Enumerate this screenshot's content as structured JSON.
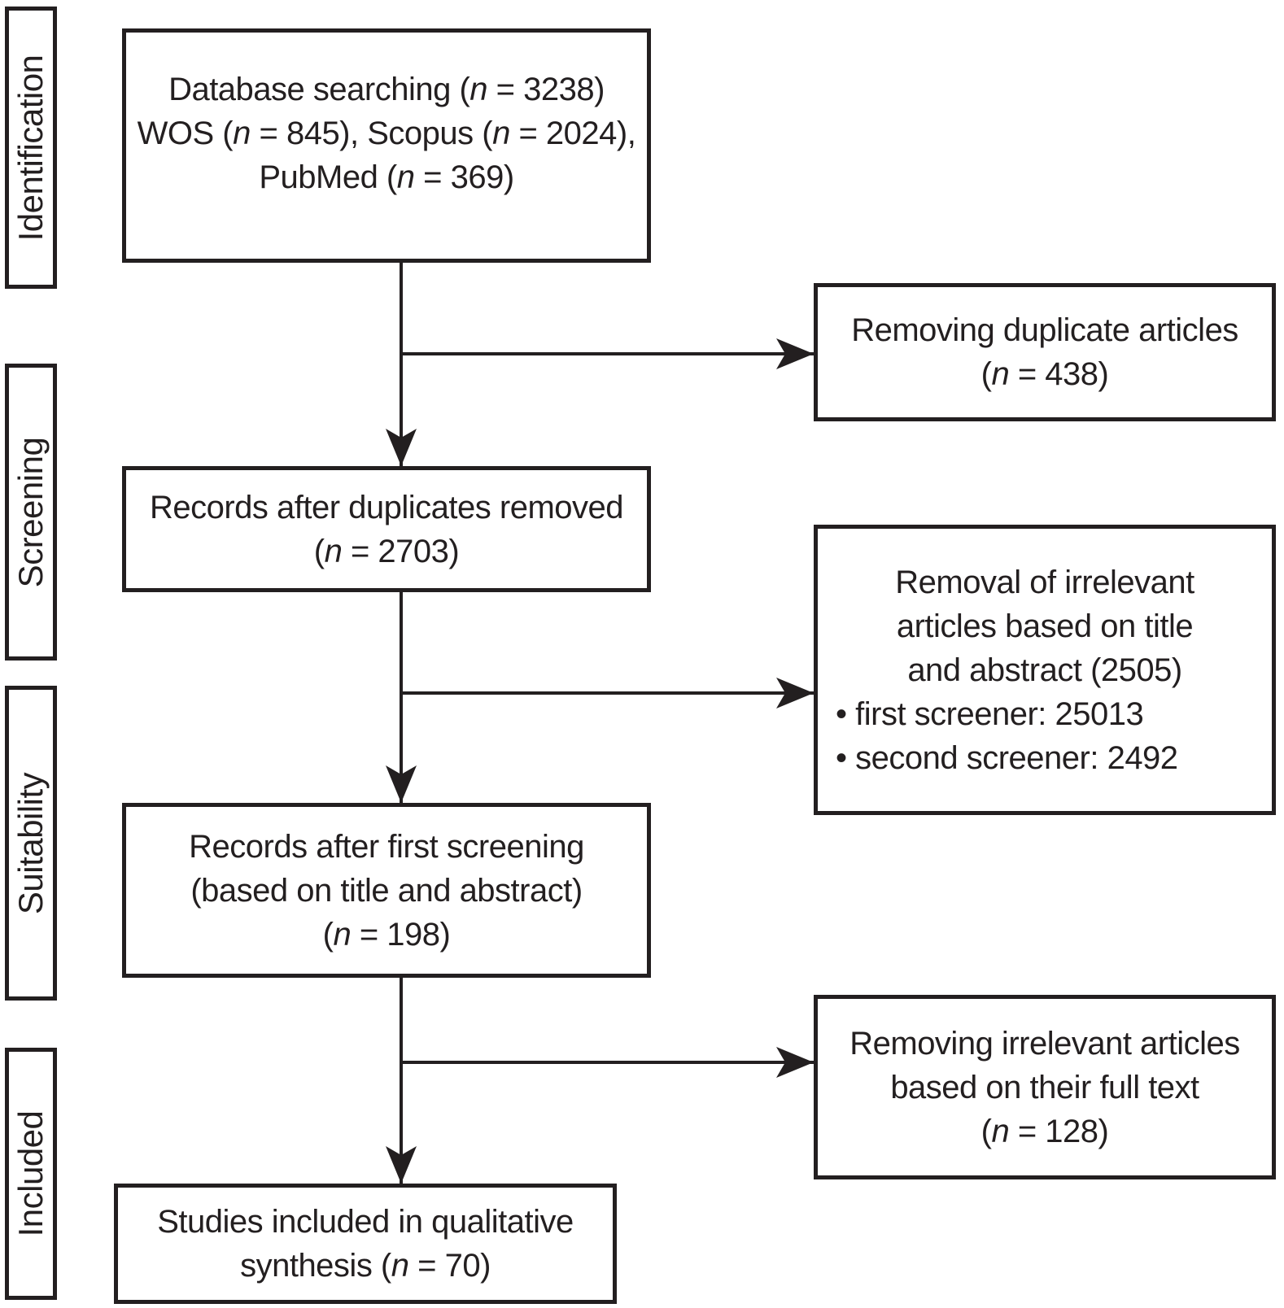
{
  "diagram": {
    "colors": {
      "ink": "#231f20",
      "background": "#ffffff"
    },
    "stages": [
      {
        "label": "Identification"
      },
      {
        "label": "Screening"
      },
      {
        "label": "Suitability"
      },
      {
        "label": "Included"
      }
    ],
    "flow_boxes": [
      {
        "id": "database-searching",
        "lines": [
          "Database searching (n = 3238)",
          "WOS (n = 845), Scopus (n = 2024),",
          "PubMed (n = 369)"
        ]
      },
      {
        "id": "records-after-duplicates-removed",
        "lines": [
          "Records after duplicates removed",
          "(n = 2703)"
        ]
      },
      {
        "id": "records-after-first-screening",
        "lines": [
          "Records after first screening",
          "(based on title and abstract)",
          "(n = 198)"
        ]
      },
      {
        "id": "studies-included-qualitative-synthesis",
        "lines": [
          "Studies included in qualitative",
          "synthesis (n = 70)"
        ]
      }
    ],
    "exclusion_boxes": [
      {
        "id": "removing-duplicate-articles",
        "lines": [
          "Removing duplicate articles",
          "(n = 438)"
        ]
      },
      {
        "id": "removal-irrelevant-title-abstract",
        "lines": [
          "Removal of irrelevant",
          "articles based on title",
          "and abstract (2505)",
          "• first screener: 25013",
          "• second screener: 2492"
        ]
      },
      {
        "id": "removing-irrelevant-full-text",
        "lines": [
          "Removing irrelevant articles",
          "based on their full text",
          "(n = 128)"
        ]
      }
    ]
  }
}
